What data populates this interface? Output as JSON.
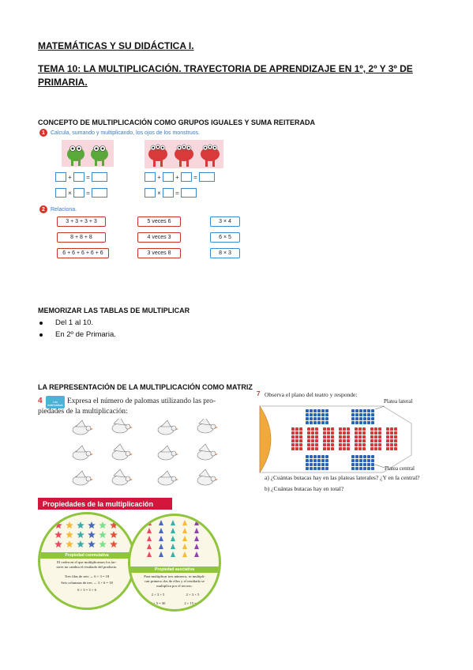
{
  "header": {
    "course": "MATEMÁTICAS Y SU DIDÁCTICA I.",
    "topic_line1": "TEMA 10: LA MULTIPLICACIÓN. TRAYECTORIA DE APRENDIZAJE EN 1º, 2º Y 3º DE",
    "topic_line2": "PRIMARIA."
  },
  "section1": {
    "heading": "CONCEPTO DE MULTIPLICACIÓN COMO GRUPOS IGUALES Y SUMA REITERADA",
    "ex1": {
      "number": "1",
      "instruction": "Calcula, sumando y multiplicando, los ojos de los monstruos."
    },
    "ex2": {
      "number": "2",
      "instruction": "Relaciona.",
      "col1": [
        "3 + 3 + 3 + 3",
        "8 + 8 + 8",
        "6 + 6 + 6 + 6 + 6"
      ],
      "col2": [
        "5 veces 6",
        "4 veces 3",
        "3 veces 8"
      ],
      "col3": [
        "3 × 4",
        "6 × 5",
        "8 × 3"
      ]
    },
    "ops": {
      "plus": "+",
      "times": "×",
      "equals": "="
    }
  },
  "section2": {
    "heading": "MEMORIZAR LAS TABLAS DE MULTIPLICAR",
    "bullets": [
      "Del 1 al 10.",
      "En 2º de Primaria."
    ]
  },
  "section3": {
    "heading": "LA REPRESENTACIÓN DE LA MULTIPLICACIÓN COMO MATRIZ",
    "ex4": {
      "number": "4",
      "badge": "Las matemáticas",
      "text_line1": "Expresa el número de palomas utilizando las pro-",
      "text_line2": "piedades de la multiplicación:"
    },
    "props": {
      "banner": "Propiedades de la multiplicación",
      "conmutativa": {
        "title": "Propiedad conmutativa",
        "text1": "El orden en el que multiplicamos los fac-",
        "text2": "tores no cambia el resultado del producto.",
        "line1": "Tres filas de seis → 6 × 3 = 18",
        "line2": "Seis columnas de tres → 3 × 6 = 18",
        "line3": "6 × 3 = 3 × 6"
      },
      "asociativa": {
        "title": "Propiedad asociativa",
        "text1": "Para multiplicar tres números, se multipli-",
        "text2": "can primero dos de ellos y el resultado se",
        "text3": "multiplica por el tercero.",
        "top_left": "2 × 3 × 5",
        "top_right": "2 × 3 × 5",
        "bottom_left": "6 × 5 = 30",
        "bottom_right": "2 × 15 = 30"
      }
    },
    "ex7": {
      "number": "7",
      "instruction": "Observa el plano del teatro y responde:",
      "label_lateral": "Platea lateral",
      "label_central": "Platea central",
      "qa": "a) ¿Cuántas butacas hay en las plateas laterales? ¿Y en la central?",
      "qb": "b) ¿Cuántas butacas hay en total?"
    }
  },
  "colors": {
    "accent_red": "#d4163c",
    "ring_green": "#8fc43d",
    "seat_blue": "#2c64b5",
    "seat_red": "#d13a3a",
    "box_blue": "#3a8ad1"
  }
}
